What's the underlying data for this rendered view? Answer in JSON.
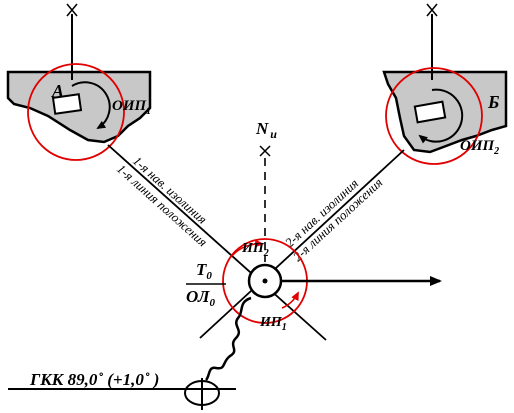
{
  "colors": {
    "ink": "#000000",
    "accent": "#e00000",
    "land": "#c8c8c8"
  },
  "labels": {
    "point_a": "А",
    "point_b": "Б",
    "oip1": {
      "main": "ОИП",
      "sub": "1"
    },
    "oip2": {
      "main": "ОИП",
      "sub": "2"
    },
    "north": {
      "main": "N",
      "sub": "и"
    },
    "ip1": {
      "main": "ИП",
      "sub": "1"
    },
    "ip2": {
      "main": "ИП",
      "sub": "2"
    },
    "t0": {
      "main": "T",
      "sub": "0"
    },
    "ol0": {
      "main": "ОЛ",
      "sub": "0"
    },
    "line1_top": "1-я нав. изолиния",
    "line1_bottom": "1-я линия положения",
    "line2_top": "2-я нав. изолиния",
    "line2_bottom": "2-я линия положения",
    "gkk": "ГКК 89,0˚ (+1,0˚ )"
  }
}
